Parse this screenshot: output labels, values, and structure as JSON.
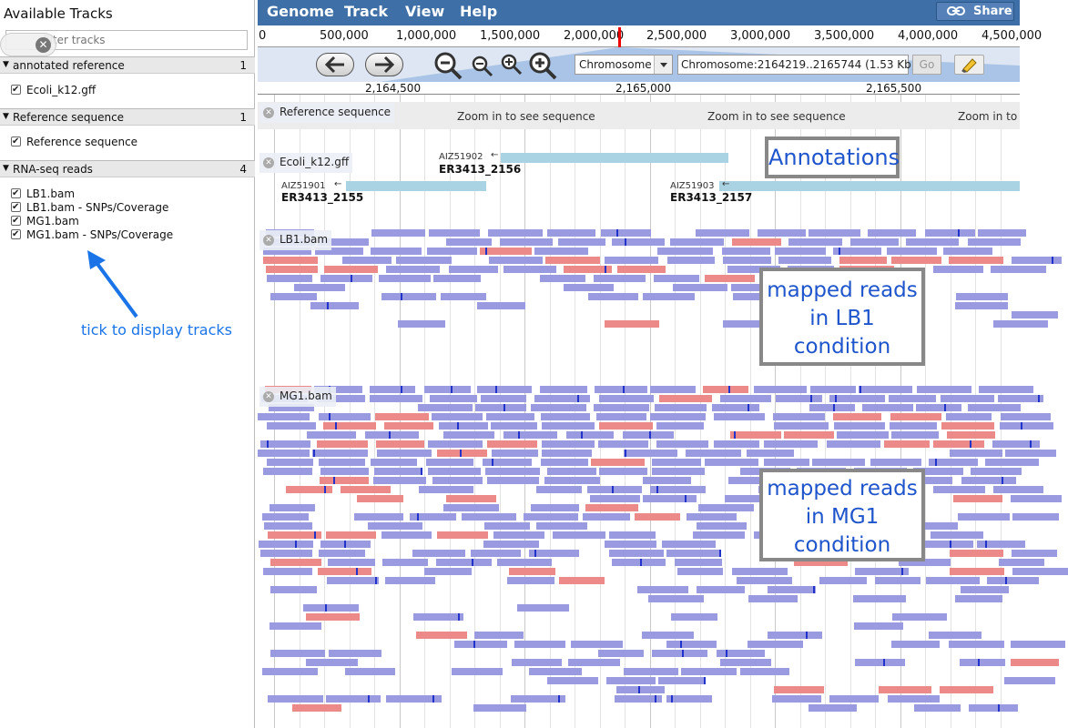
{
  "left": {
    "title": "Available Tracks",
    "filter_placeholder": "filter tracks",
    "categories": [
      {
        "name": "annotated reference",
        "count": "1",
        "tracks": [
          "Ecoli_k12.gff"
        ]
      },
      {
        "name": "Reference sequence",
        "count": "1",
        "tracks": [
          "Reference sequence"
        ]
      },
      {
        "name": "RNA-seq reads",
        "count": "4",
        "tracks": [
          "LB1.bam",
          "LB1.bam - SNPs/Coverage",
          "MG1.bam",
          "MG1.bam - SNPs/Coverage"
        ]
      }
    ],
    "annotation": "tick to display tracks"
  },
  "menubar": {
    "items": [
      "Genome",
      "Track",
      "View",
      "Help"
    ],
    "share_label": "Share"
  },
  "overview": {
    "ticks": [
      "0",
      "500,000",
      "1,000,000",
      "1,500,000",
      "2,000,000",
      "2,500,000",
      "3,000,000",
      "3,500,000",
      "4,000,000",
      "4,500,000"
    ]
  },
  "nav": {
    "ref_seq": "Chromosome",
    "location": "Chromosome:2164219..2165744 (1.53 Kb)",
    "go_label": "Go"
  },
  "scale": {
    "ticks": [
      "2,164,500",
      "2,165,000",
      "2,165,500"
    ]
  },
  "tracks": {
    "reference_label": "Reference sequence",
    "zoom_text": "Zoom in to see sequence",
    "zoom_text_cut": "Zoom in to",
    "gff_label": "Ecoli_k12.gff",
    "features": [
      {
        "id": "AIZ51902",
        "name": "ER3413_2156"
      },
      {
        "id": "AIZ51901",
        "name": "ER3413_2155"
      },
      {
        "id": "AIZ51903",
        "name": "ER3413_2157"
      }
    ],
    "lb1_label": "LB1.bam",
    "mg1_label": "MG1.bam"
  },
  "callouts": {
    "annotations": "Annotations",
    "lb1_line1": "mapped reads",
    "lb1_line2": "in LB1",
    "lb1_line3": "condition",
    "mg1_line1": "mapped reads",
    "mg1_line2": "in MG1",
    "mg1_line3": "condition"
  },
  "colors": {
    "menubar": "#3e6fa6",
    "read_forward": "#9a9ae0",
    "read_reverse": "#ec8a8a",
    "feature": "#a9d3e3",
    "annotation_blue": "#1a74e8"
  }
}
